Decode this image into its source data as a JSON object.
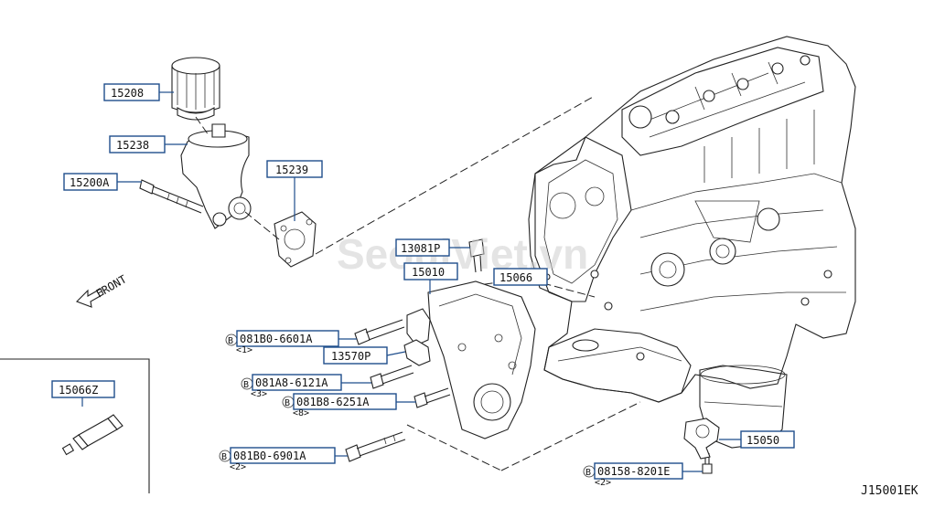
{
  "parts": {
    "p15208": "15208",
    "p15238": "15238",
    "p15200A": "15200A",
    "p15239": "15239",
    "p13081P": "13081P",
    "p15010": "15010",
    "p15066": "15066",
    "p15066Z": "15066Z",
    "p13570P": "13570P",
    "p15050": "15050"
  },
  "bolts": {
    "b1": {
      "code": "081B0-6601A",
      "qty": "<1>"
    },
    "b2": {
      "code": "081A8-6121A",
      "qty": "<3>"
    },
    "b3": {
      "code": "081B8-6251A",
      "qty": "<8>"
    },
    "b4": {
      "code": "081B0-6901A",
      "qty": "<2>"
    },
    "b5": {
      "code": "08158-8201E",
      "qty": "<2>"
    }
  },
  "bolt_prefix": "B",
  "front_label": "FRONT",
  "diagram_id": "J15001EK",
  "watermark": "SeoulViet.vn",
  "colors": {
    "leader": "#1f4e8c",
    "line": "#222222"
  }
}
